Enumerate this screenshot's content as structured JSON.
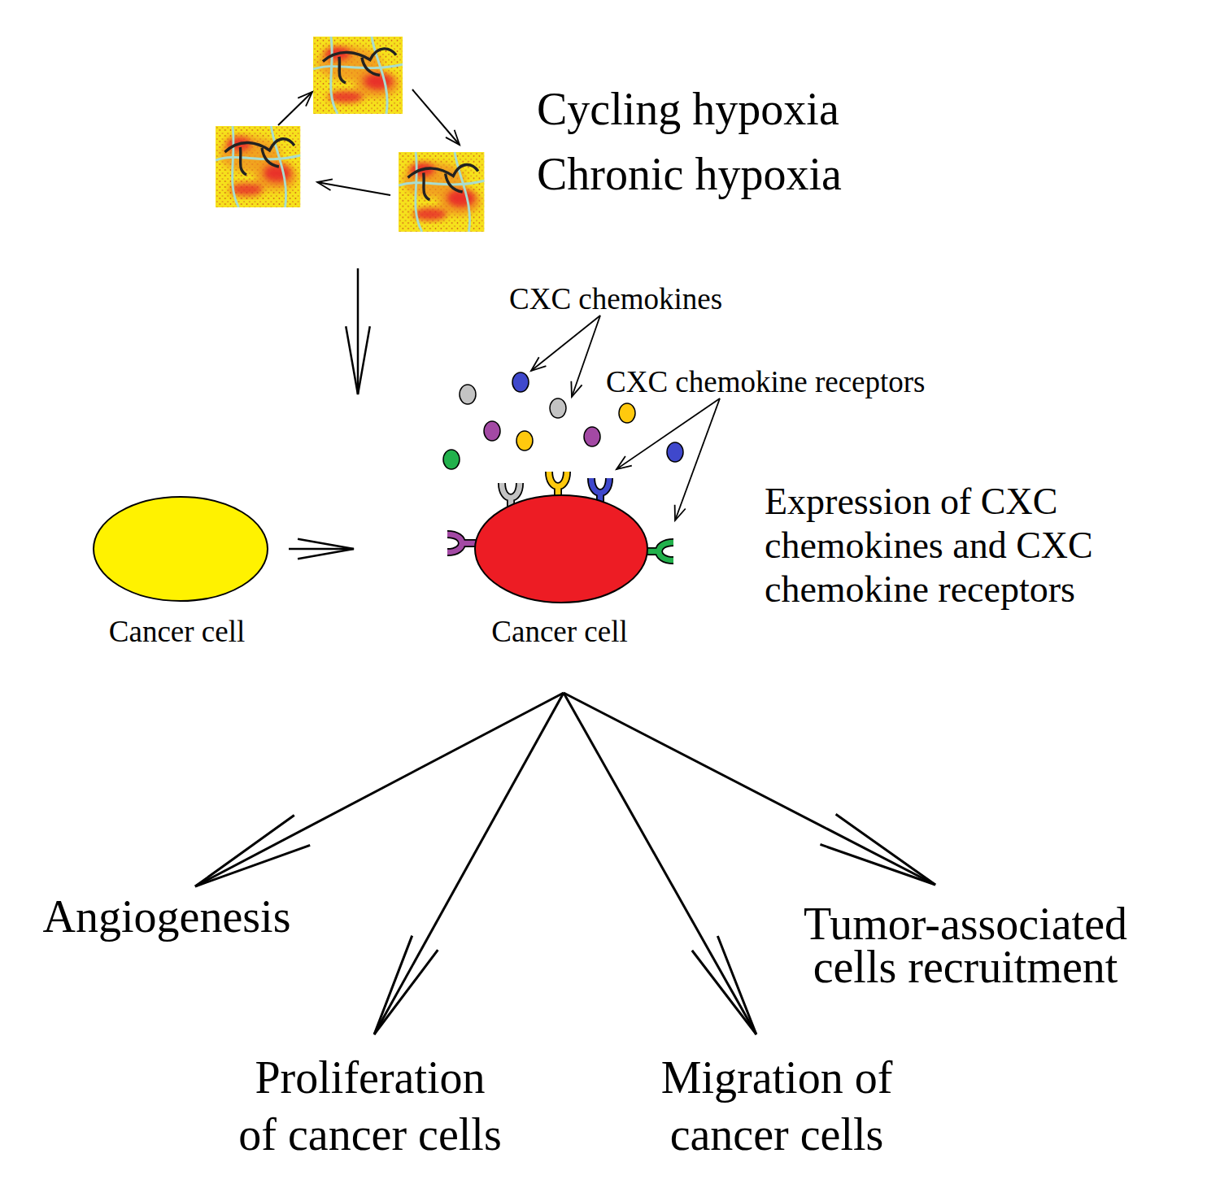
{
  "diagram": {
    "nodes": [
      {
        "text": [
          "Cycling hypoxia",
          "Chronic hypoxia"
        ]
      },
      {
        "text": [
          "Cancer cell"
        ]
      },
      {
        "text": [
          "Cancer cell"
        ]
      },
      {
        "text": [
          "Angiogenesis"
        ]
      },
      {
        "text": [
          "Proliferation of cancer cells"
        ]
      },
      {
        "text": [
          "Migration of cancer cells"
        ]
      },
      {
        "text": [
          "Tumor-associated cells recruitment"
        ]
      }
    ],
    "edges": [
      {
        "from": 0,
        "to": 2,
        "arrow": "to"
      },
      {
        "from": 1,
        "to": 2,
        "arrow": "to"
      },
      {
        "from": 2,
        "to": 3,
        "arrow": "to"
      },
      {
        "from": 2,
        "to": 4,
        "arrow": "to"
      },
      {
        "from": 2,
        "to": 5,
        "arrow": "to"
      },
      {
        "from": 2,
        "to": 6,
        "arrow": "to"
      }
    ],
    "labels": [
      "CXC chemokines",
      "CXC chemokine receptors",
      "Expression of CXC chemokines and CXC chemokine receptors"
    ]
  }
}
